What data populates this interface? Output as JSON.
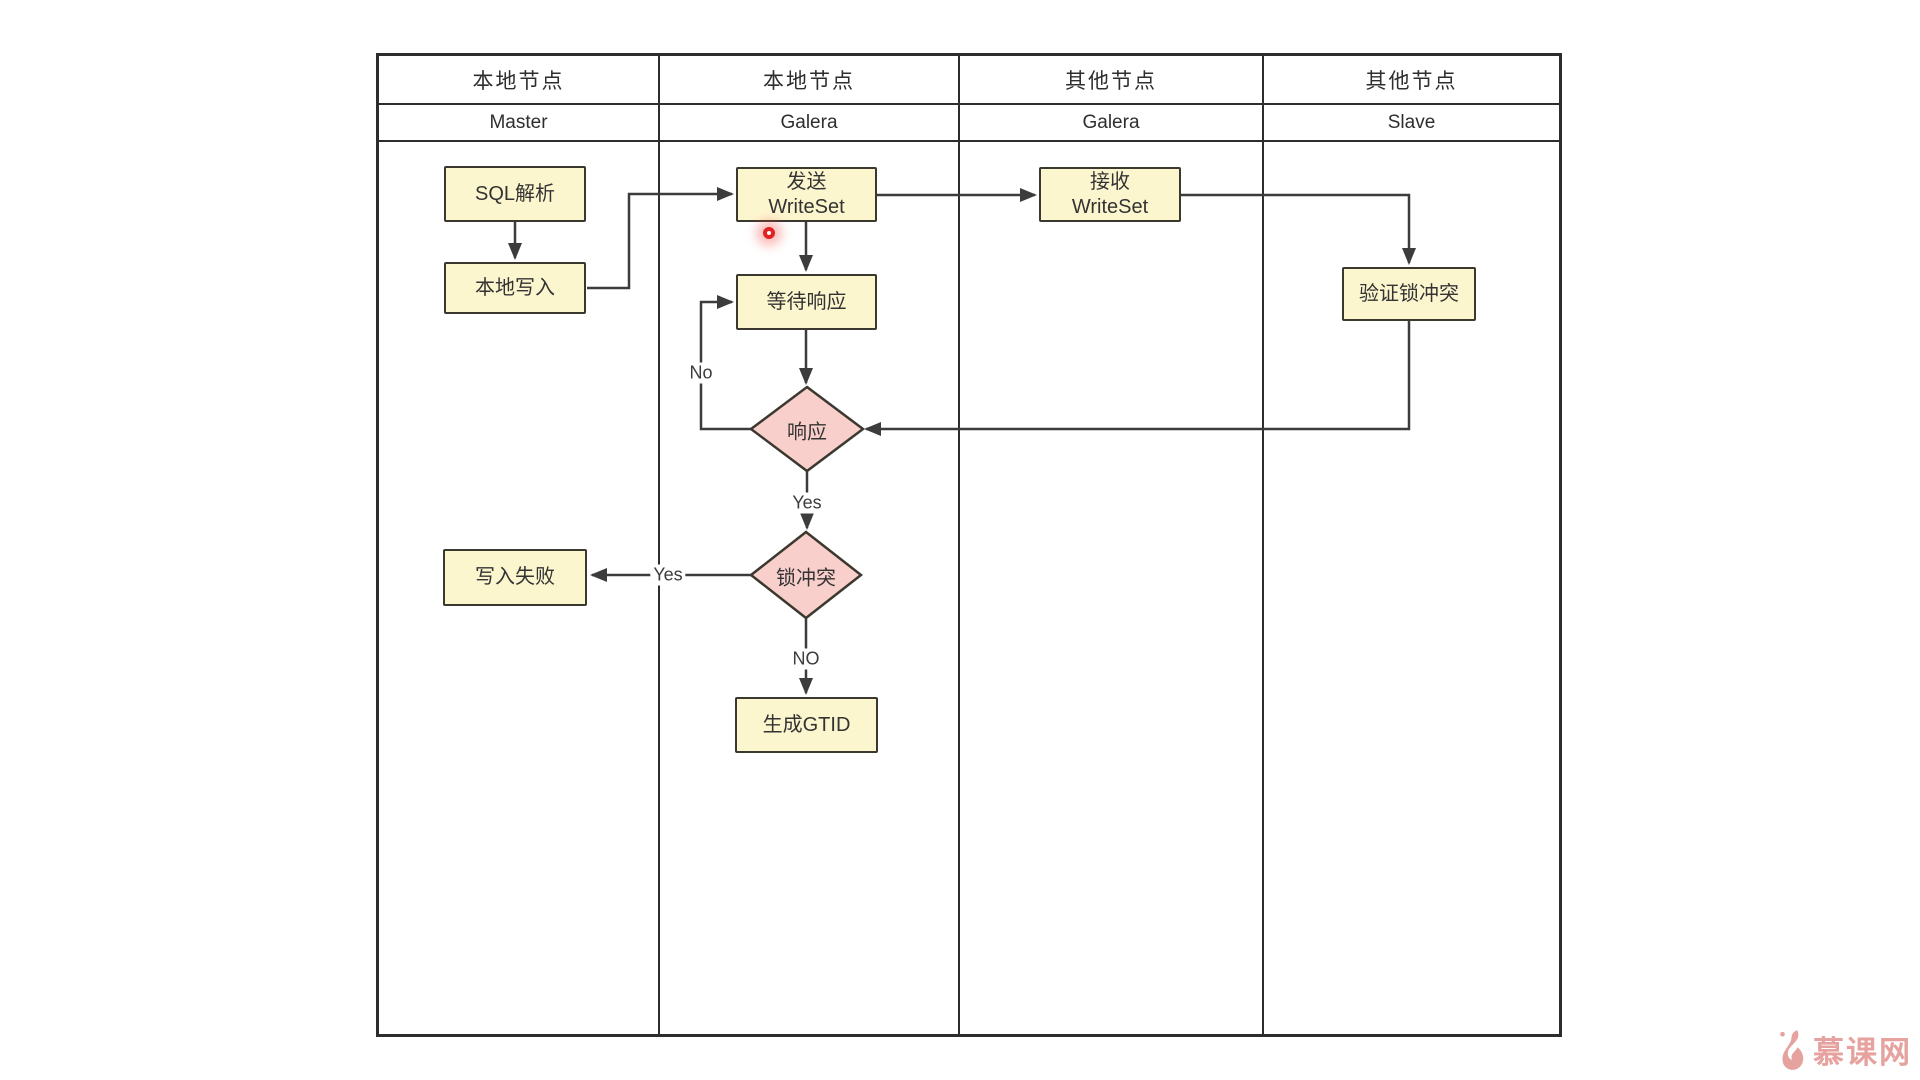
{
  "lanes": [
    {
      "type": "本地节点",
      "role": "Master"
    },
    {
      "type": "本地节点",
      "role": "Galera"
    },
    {
      "type": "其他节点",
      "role": "Galera"
    },
    {
      "type": "其他节点",
      "role": "Slave"
    }
  ],
  "nodes": {
    "sql_parse": "SQL解析",
    "local_write": "本地写入",
    "send_writeset": {
      "line1": "发送",
      "line2": "WriteSet"
    },
    "wait_response": "等待响应",
    "recv_writeset": {
      "line1": "接收",
      "line2": "WriteSet"
    },
    "verify_lock": "验证锁冲突",
    "response": "响应",
    "lock_conflict": "锁冲突",
    "write_fail": "写入失败",
    "gen_gtid": "生成GTID"
  },
  "edge_labels": {
    "response_no": "No",
    "response_yes": "Yes",
    "conflict_yes": "Yes",
    "conflict_no": "NO"
  },
  "watermark": {
    "text": "慕课网"
  },
  "colors": {
    "box_fill": "#fcf6cf",
    "box_border": "#3b382f",
    "diamond_fill": "#f9cfcb",
    "line": "#3c3c3c",
    "text": "#333333",
    "watermark": "#e5a29e",
    "pointer": "#e02222"
  }
}
